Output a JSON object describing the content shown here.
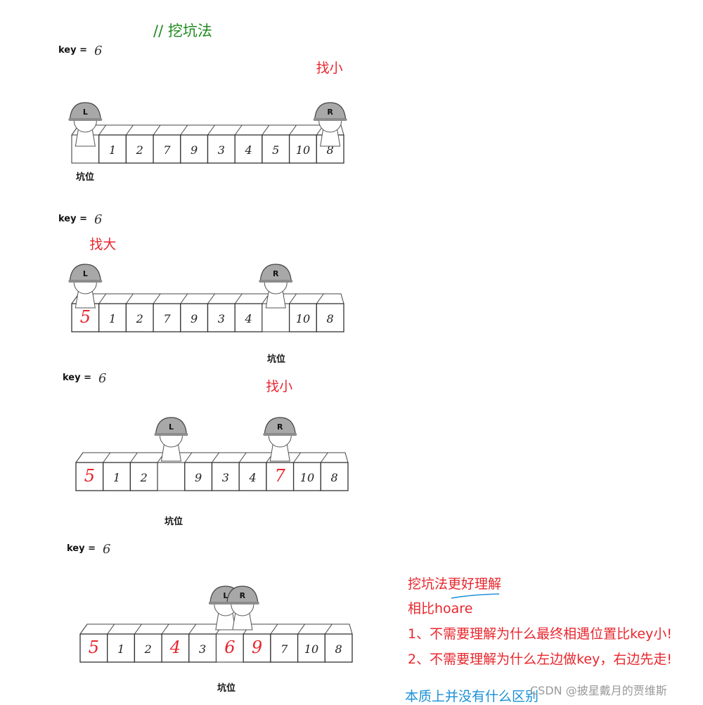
{
  "title": "//  挖坑法",
  "key_label": "key =",
  "key_value": "6",
  "pit_label": "坑位",
  "actor_left": "L",
  "actor_right": "R",
  "steps": [
    {
      "hint": "找小",
      "hint_on": "right",
      "cells": [
        "",
        "1",
        "2",
        "7",
        "9",
        "3",
        "4",
        "5",
        "10",
        "8"
      ],
      "red": [],
      "pit_index": 0,
      "left_index": 0,
      "right_index": 9
    },
    {
      "hint": "找大",
      "hint_on": "left",
      "cells": [
        "5",
        "1",
        "2",
        "7",
        "9",
        "3",
        "4",
        "",
        "10",
        "8"
      ],
      "red": [
        0
      ],
      "pit_index": 7,
      "left_index": 0,
      "right_index": 7
    },
    {
      "hint": "找小",
      "hint_on": "right",
      "cells": [
        "5",
        "1",
        "2",
        "",
        "9",
        "3",
        "4",
        "7",
        "10",
        "8"
      ],
      "red": [
        0,
        7
      ],
      "pit_index": 3,
      "left_index": 3,
      "right_index": 7
    },
    {
      "hint": "",
      "hint_on": "none",
      "cells": [
        "5",
        "1",
        "2",
        "4",
        "3",
        "6",
        "9",
        "7",
        "10",
        "8"
      ],
      "red": [
        0,
        3,
        5,
        6
      ],
      "pit_index": 5,
      "left_index": 5,
      "right_index": 5
    }
  ],
  "notes": {
    "heading": "挖坑法更好理解",
    "compare": "相比hoare",
    "point1": "1、不需要理解为什么最终相遇位置比key小!",
    "point2": "2、不需要理解为什么左边做key，右边先走!",
    "summary": "本质上并没有什么区别"
  },
  "watermark": "CSDN @披星戴月的贾维斯",
  "colors": {
    "title": "#1f8a1f",
    "highlight": "#e8262d",
    "summary": "#1a8fd6",
    "cell_border": "#333333"
  }
}
